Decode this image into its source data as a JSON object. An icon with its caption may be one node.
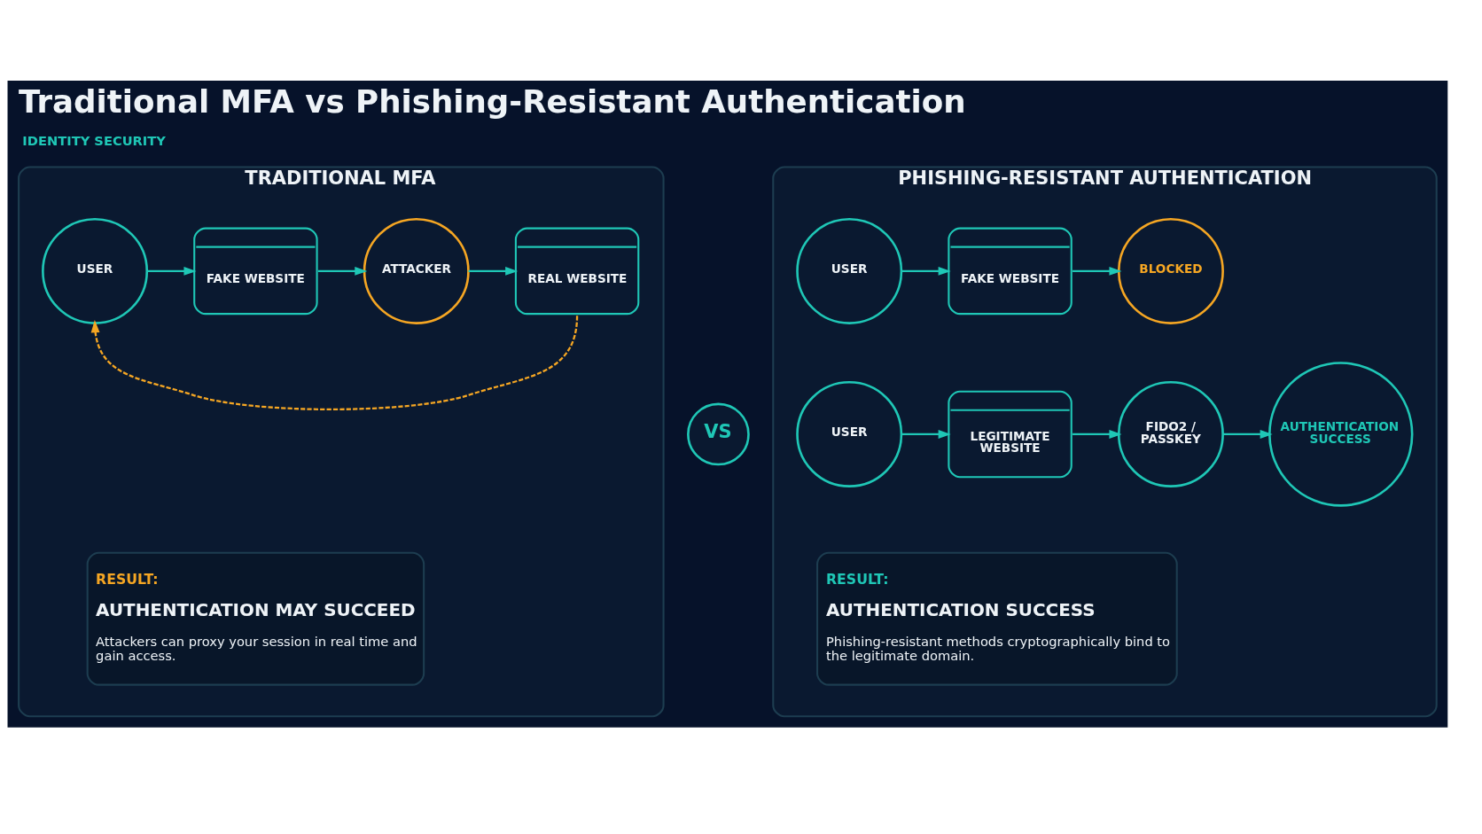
{
  "diagram": {
    "title": "Traditional MFA vs Phishing-Resistant Authentication",
    "nodes": [
      {
        "text": [
          "TRADITIONAL MFA"
        ]
      },
      {
        "text": [
          "USER"
        ],
        "in": 0
      },
      {
        "text": [
          "FAKE WEBSITE"
        ],
        "in": 0
      },
      {
        "text": [
          "ATTACKER"
        ],
        "in": 0
      },
      {
        "text": [
          "REAL WEBSITE"
        ],
        "in": 0
      },
      {
        "text": [
          "RESULT:",
          "AUTHENTICATION MAY SUCCEED",
          "Attackers can proxy your session in real time and gain access."
        ],
        "in": 0
      },
      {
        "text": [
          "VS"
        ]
      },
      {
        "text": [
          "PHISHING-RESISTANT AUTHENTICATION"
        ]
      },
      {
        "text": [
          "USER"
        ],
        "in": 7
      },
      {
        "text": [
          "FAKE WEBSITE"
        ],
        "in": 7
      },
      {
        "text": [
          "BLOCKED"
        ],
        "in": 7
      },
      {
        "text": [
          "USER"
        ],
        "in": 7
      },
      {
        "text": [
          "LEGITIMATE WEBSITE"
        ],
        "in": 7
      },
      {
        "text": [
          "FIDO2 / PASSKEY"
        ],
        "in": 7
      },
      {
        "text": [
          "AUTHENTICATION SUCCESS"
        ],
        "in": 7
      },
      {
        "text": [
          "RESULT:",
          "AUTHENTICATION SUCCESS",
          "Phishing-resistant methods cryptographically bind to the legitimate domain."
        ],
        "in": 7
      }
    ],
    "edges": [
      {
        "from": 1,
        "to": 2,
        "arrow": "to"
      },
      {
        "from": 2,
        "to": 3,
        "arrow": "to"
      },
      {
        "from": 3,
        "to": 4,
        "arrow": "to"
      },
      {
        "from": 4,
        "to": 1,
        "arrow": "to",
        "style": "dashed",
        "color": "#f5a623"
      },
      {
        "from": 8,
        "to": 9,
        "arrow": "to"
      },
      {
        "from": 9,
        "to": 10,
        "arrow": "to"
      },
      {
        "from": 11,
        "to": 12,
        "arrow": "to"
      },
      {
        "from": 12,
        "to": 13,
        "arrow": "to"
      },
      {
        "from": 13,
        "to": 14,
        "arrow": "to"
      }
    ],
    "labels": [
      "IDENTITY SECURITY"
    ]
  }
}
